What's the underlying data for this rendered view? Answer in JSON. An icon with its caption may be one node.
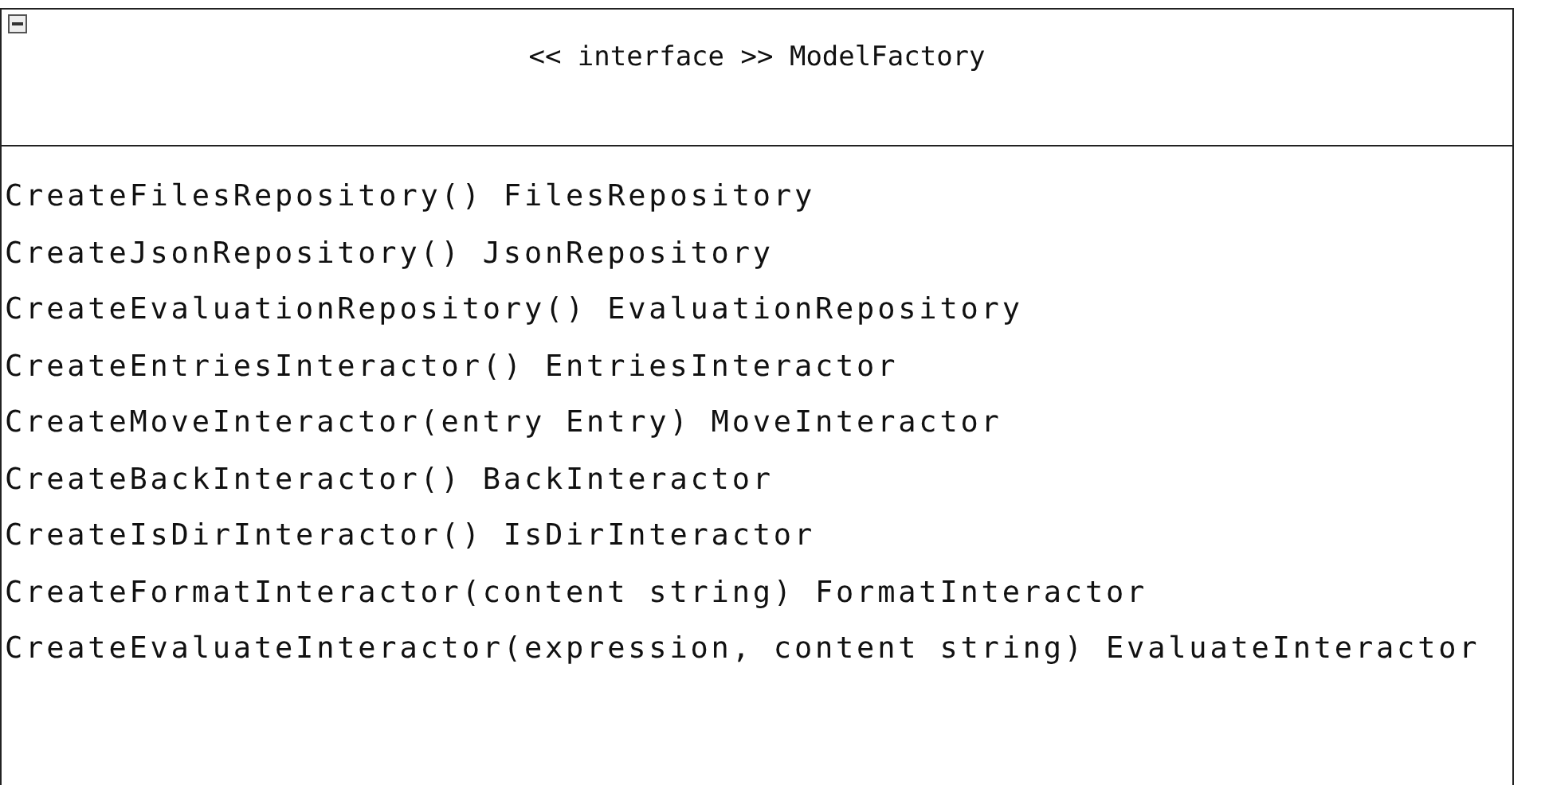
{
  "diagram": {
    "nodes": [
      {
        "text": [
          "<< interface >> ModelFactory",
          "CreateFilesRepository() FilesRepository",
          "CreateJsonRepository() JsonRepository",
          "CreateEvaluationRepository() EvaluationRepository",
          "CreateEntriesInteractor() EntriesInteractor",
          "CreateMoveInteractor(entry Entry) MoveInteractor",
          "CreateBackInteractor() BackInteractor",
          "CreateIsDirInteractor() IsDirInteractor",
          "CreateFormatInteractor(content string) FormatInteractor",
          "CreateEvaluateInteractor(expression, content string) EvaluateInteractor"
        ]
      }
    ],
    "edges": []
  }
}
